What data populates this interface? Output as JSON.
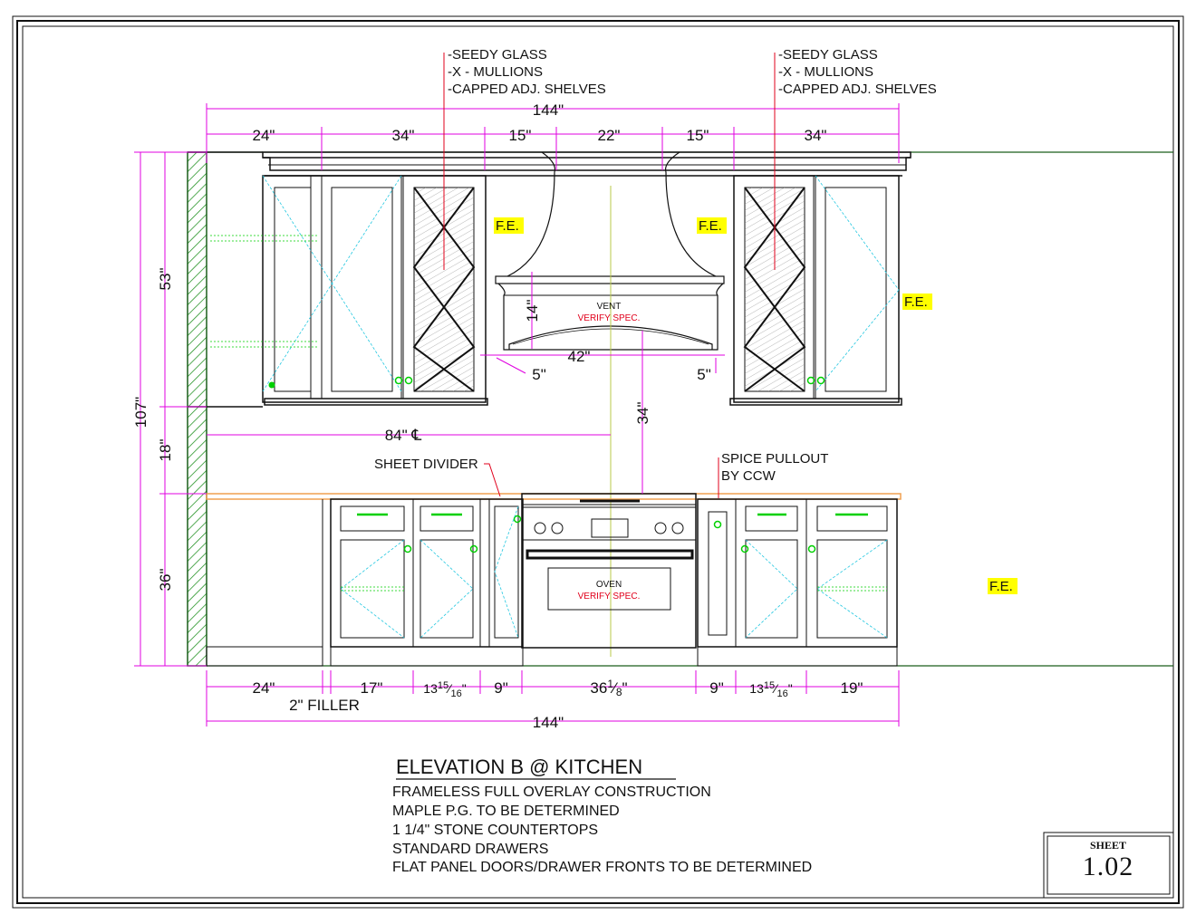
{
  "notes": {
    "glass_left": [
      "-SEEDY GLASS",
      "-X - MULLIONS",
      "-CAPPED ADJ. SHELVES"
    ],
    "glass_right": [
      "-SEEDY GLASS",
      "-X - MULLIONS",
      "-CAPPED ADJ. SHELVES"
    ],
    "sheet_divider": "SHEET DIVIDER",
    "spice_pullout": [
      "SPICE PULLOUT",
      "BY CCW"
    ],
    "filler": "2\" FILLER",
    "center_mark": "84\" ℄"
  },
  "labels": {
    "fe": "F.E.",
    "vent": "VENT",
    "oven": "OVEN",
    "verify": "VERIFY SPEC."
  },
  "dimensions": {
    "top_total": "144\"",
    "top_segments": [
      "24\"",
      "34\"",
      "15\"",
      "22\"",
      "15\"",
      "34\""
    ],
    "bottom_segments_plain": [
      "24\"",
      "17\"",
      "9\"",
      "9\"",
      "19\""
    ],
    "bottom_frac_a": {
      "whole": "13",
      "num": "15",
      "den": "16",
      "unit": "\""
    },
    "bottom_frac_b": {
      "whole": "36",
      "num": "1",
      "den": "8",
      "unit": "\""
    },
    "bottom_frac_c": {
      "whole": "13",
      "num": "15",
      "den": "16",
      "unit": "\""
    },
    "bottom_total": "144\"",
    "height_total": "107\"",
    "height_upper": "53\"",
    "height_gap": "18\"",
    "height_base": "36\"",
    "hood_height": "14\"",
    "hood_width": "42\"",
    "hood_offset_left": "5\"",
    "hood_offset_right": "5\"",
    "hood_to_range": "34\""
  },
  "title_block": {
    "title": "ELEVATION B @ KITCHEN",
    "specs": [
      "FRAMELESS FULL OVERLAY CONSTRUCTION",
      "MAPLE P.G. TO BE DETERMINED",
      "1 1/4\" STONE COUNTERTOPS",
      "STANDARD DRAWERS",
      "FLAT PANEL DOORS/DRAWER FRONTS TO BE DETERMINED"
    ],
    "sheet_label": "SHEET",
    "sheet_number": "1.02"
  },
  "colors": {
    "dimension": "#e000e0",
    "hidden_line": "#22c7e0",
    "wall": "#1a5e1a",
    "hardware": "#00d000",
    "highlight": "#ffff00",
    "warning": "#e0001b",
    "countertop": "#f0a050"
  }
}
